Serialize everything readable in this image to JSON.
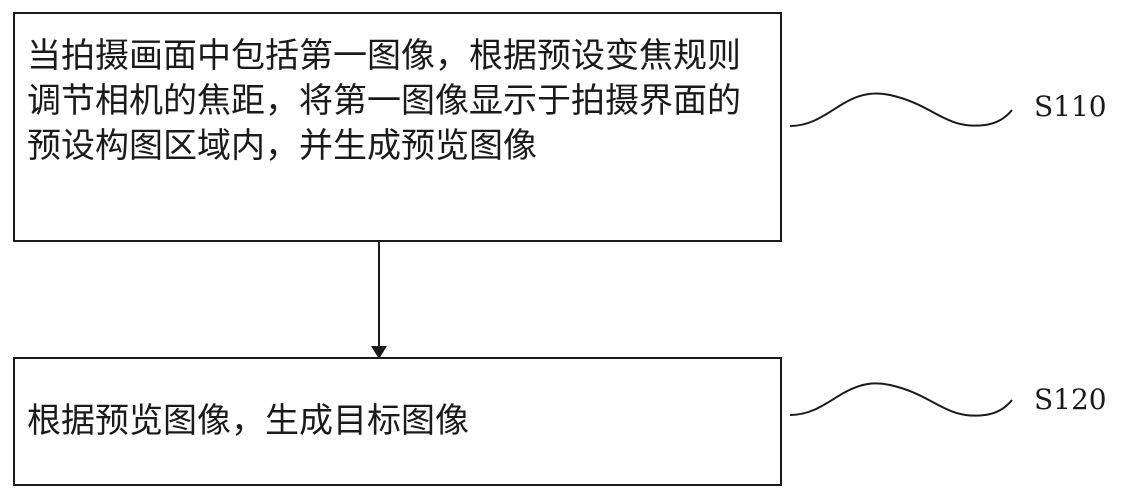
{
  "steps": [
    {
      "id": "S110",
      "text": "当拍摄画面中包括第一图像，根据预设变焦规则调节相机的焦距，将第一图像显示于拍摄界面的预设构图区域内，并生成预览图像"
    },
    {
      "id": "S120",
      "text": "根据预览图像，生成目标图像"
    }
  ]
}
